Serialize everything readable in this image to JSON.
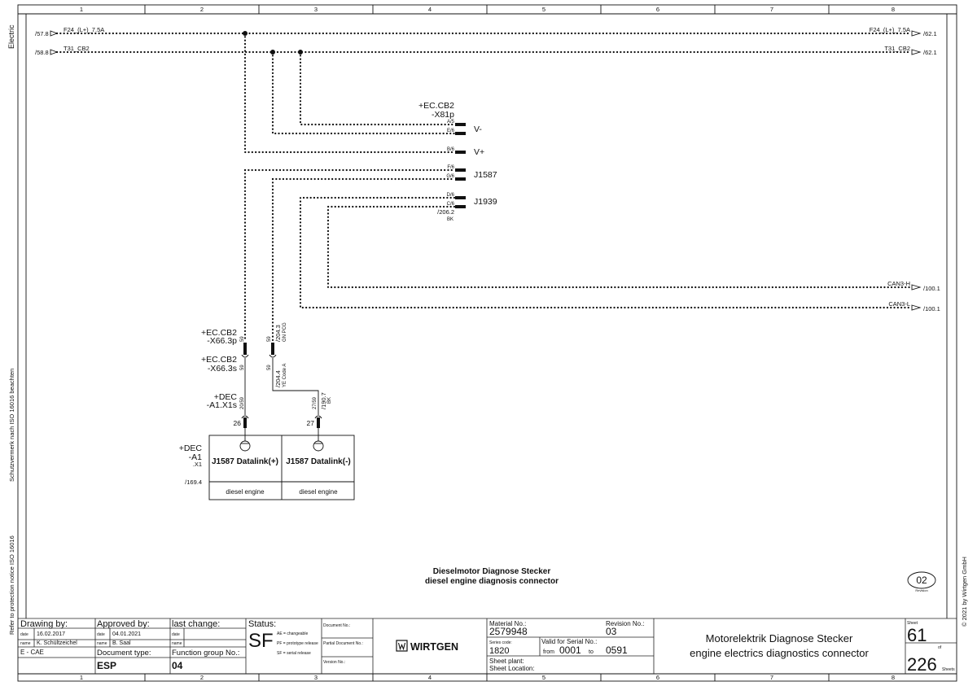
{
  "grid": {
    "columns": [
      "1",
      "2",
      "3",
      "4",
      "5",
      "6",
      "7",
      "8"
    ]
  },
  "side": {
    "electric": "Electric",
    "iso_de": "Schutzvermerk nach ISO 16016 beachten",
    "iso_en": "Refer to protection notice ISO 16016",
    "copyright": "© 2021 by Wirtgen GmbH"
  },
  "signals": {
    "f24_left_ref": "/57.8",
    "f24_left_label": "F24_(L+)_7.5A",
    "t31_left_ref": "/58.8",
    "t31_left_label": "T31_CB2",
    "f24_right_label": "F24_(L+)_7.5A",
    "f24_right_ref": "/62.1",
    "t31_right_label": "T31_CB2",
    "t31_right_ref": "/62.1",
    "can3h_label": "CAN3-H",
    "can3h_ref": "/100.1",
    "can3l_label": "CAN3-L",
    "can3l_ref": "/100.1"
  },
  "x81": {
    "loc": "+EC.CB2",
    "name": "-X81p",
    "pins": [
      "A/5",
      "E/6",
      "B/6",
      "F/6",
      "G/6",
      "D/6",
      "C/6"
    ],
    "ref": "/206.2",
    "color": "BK",
    "lbl_vminus": "V-",
    "lbl_vplus": "V+",
    "lbl_j1587": "J1587",
    "lbl_j1939": "J1939"
  },
  "x66": {
    "p_loc": "+EC.CB2",
    "p_name": "-X66.3p",
    "s_loc": "+EC.CB2",
    "s_name": "-X66.3s",
    "pin_a": "59",
    "pin_b": "59",
    "pin_c": "59",
    "pin_d": "59",
    "wire1": "/204.3",
    "wire1b": "GN PCG",
    "wire2": "/204.4",
    "wire2b": "YE Code A"
  },
  "dec": {
    "x1s_loc": "+DEC",
    "x1s_name": "-A1.X1s",
    "pin_26_small": "20/59",
    "pin_27_small": "27/59",
    "ref_190": "/190.7",
    "bk": "BK",
    "pin26": "26",
    "pin27": "27",
    "a1_loc": "+DEC",
    "a1_name": "-A1",
    "a1_sub": ".X1",
    "a1_ref": "/169.4",
    "box1_title": "J1587 Datalink(+)",
    "box2_title": "J1587 Datalink(-)",
    "box1_sub": "diesel engine",
    "box2_sub": "diesel engine"
  },
  "caption": {
    "de": "Dieselmotor Diagnose Stecker",
    "en": "diesel engine diagnosis connector"
  },
  "revision_badge": {
    "value": "02",
    "small": "Revision"
  },
  "titleblock": {
    "drawing_by_label": "Drawing by:",
    "approved_by_label": "Approved by:",
    "last_change_label": "last change:",
    "status_label": "Status:",
    "date_lbl": "date",
    "name_lbl": "name",
    "date1": "16.02.2017",
    "name1": "K. Schültzeichel",
    "date2": "04.01.2021",
    "name2": "B. Saal",
    "dept": "E - CAE",
    "doc_type_label": "Document type:",
    "doc_type": "ESP",
    "func_group_label": "Function group No.:",
    "func_group": "04",
    "status_code": "SF",
    "status_ae": "AE = changeable",
    "status_pf": "PF = prototype release",
    "status_sf": "SF = serial release",
    "doc_no_label": "Document No.:",
    "partial_doc_label": "Partial Document No.:",
    "version_label": "Version No.:",
    "brand": "WIRTGEN",
    "material_label": "Material No.:",
    "material": "2579948",
    "revision_label": "Revision No.:",
    "revision": "03",
    "series_label": "Series code:",
    "series": "1820",
    "serial_label": "Valid for Serial No.:",
    "from_lbl": "from",
    "serial_from": "0001",
    "to_lbl": "to",
    "serial_to": "0591",
    "plant_label": "Sheet plant:",
    "location_label": "Sheet Location:",
    "title_de": "Motorelektrik Diagnose Stecker",
    "title_en": "engine electrics diagnostics connector",
    "sheet_label": "Sheet",
    "sheet": "61",
    "of_lbl": "of",
    "sheets": "226",
    "sheets_label": "Sheets"
  }
}
